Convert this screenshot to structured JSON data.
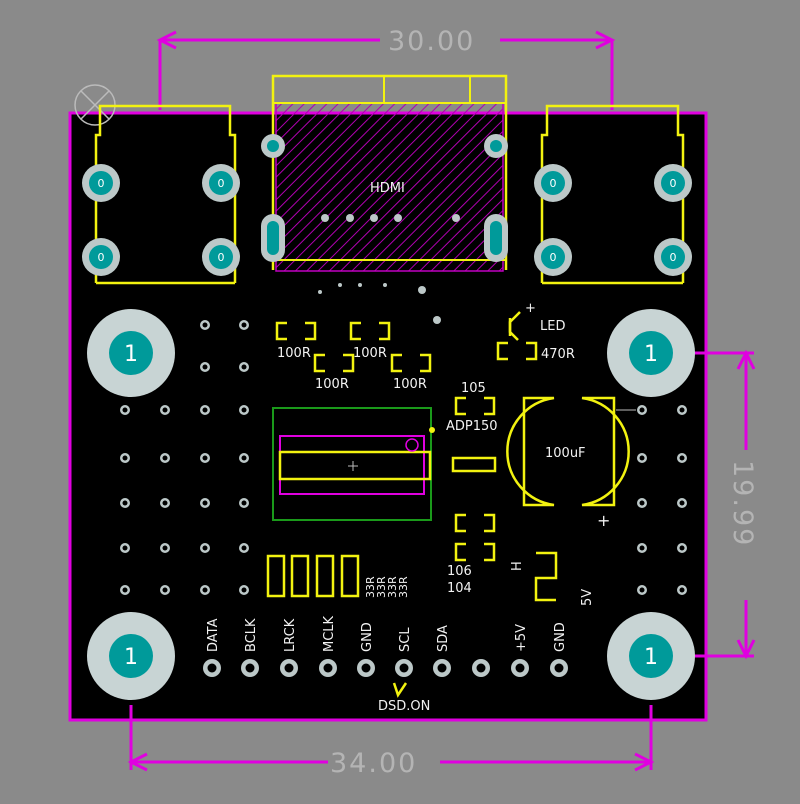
{
  "colors": {
    "background": "#8a8a8a",
    "board": "#000000",
    "outline": "#e000e0",
    "silkscreen": "#f2f210",
    "pad": "#009a9a",
    "mount_ring": "#c8d4d4",
    "pin_ring": "#bcc8c8",
    "dimension_text": "#b4b4b4",
    "label": "#f2f2f2"
  },
  "dimensions": {
    "top": "30.00",
    "bottom": "34.00",
    "right": "19.99"
  },
  "mount_hole_label": "1",
  "connector_pad_label": "0",
  "hdmi_label": "HDMI",
  "resistors": {
    "r1": "100R",
    "r2": "100R",
    "r3": "100R",
    "r4": "100R",
    "led_r": "470R",
    "series": [
      "33R",
      "33R",
      "33R",
      "33R"
    ]
  },
  "led_label": "LED",
  "regulator": {
    "cap_top": "105",
    "name": "ADP150",
    "cap_left": "106",
    "cap_right": "104"
  },
  "capacitor": {
    "value": "100uF",
    "plus": "+"
  },
  "jumper": {
    "h": "H",
    "v5": "5V",
    "plus": "+"
  },
  "header_pins": [
    "DATA",
    "BCLK",
    "LRCK",
    "MCLK",
    "GND",
    "SCL",
    "SDA",
    "+5V",
    "GND"
  ],
  "dsd_label": "DSD.ON"
}
